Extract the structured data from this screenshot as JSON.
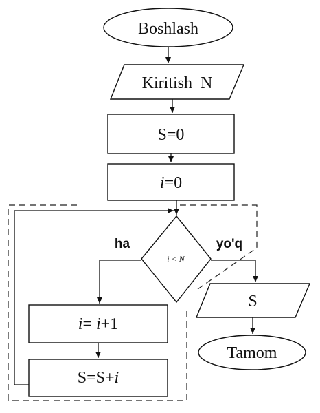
{
  "flowchart": {
    "start": "Boshlash",
    "input": "Kiritish  N",
    "init_s": "S=0",
    "init_i_var": "i",
    "init_i_rest": "=0",
    "condition": "i < N",
    "branch_yes": "ha",
    "branch_no": "yo'q",
    "increment_var": "i",
    "increment_mid": "= ",
    "increment_var2": "i",
    "increment_rest": "+1",
    "accumulate_prefix": "S=S+",
    "accumulate_var": "i",
    "output": "S",
    "end": "Tamom"
  }
}
